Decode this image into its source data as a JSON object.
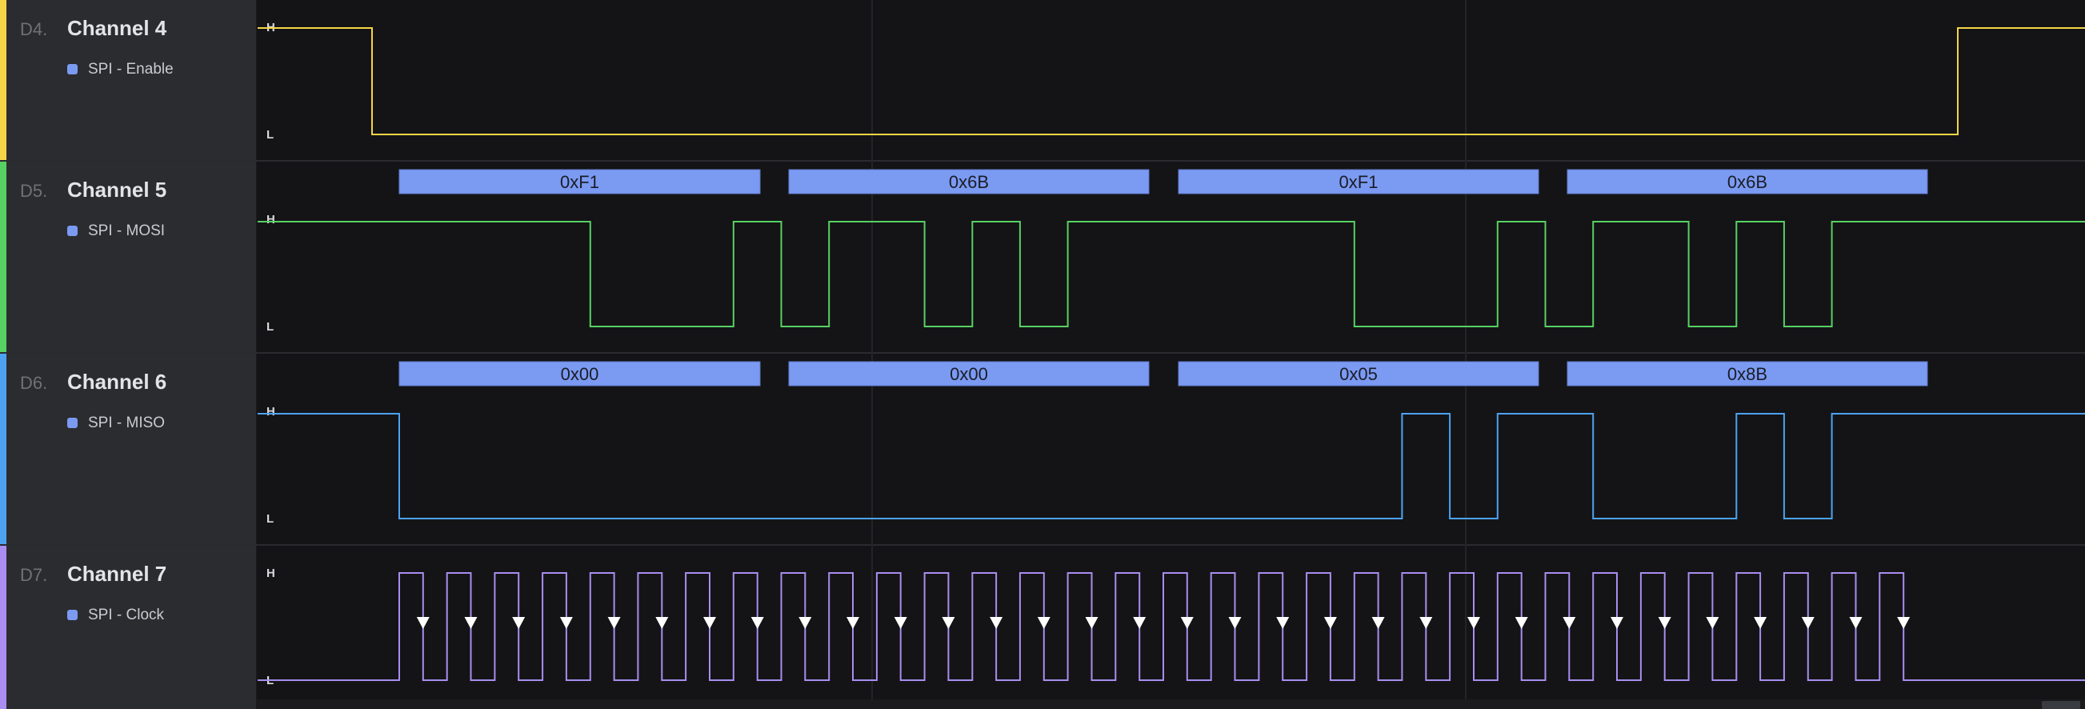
{
  "channels": [
    {
      "id": "D4.",
      "name": "Channel 4",
      "analyzer": "SPI - Enable",
      "color": "#f5d547",
      "high_label": "H",
      "low_label": "L",
      "signal": "enable"
    },
    {
      "id": "D5.",
      "name": "Channel 5",
      "analyzer": "SPI - MOSI",
      "color": "#57d163",
      "high_label": "H",
      "low_label": "L",
      "signal": "mosi",
      "frames": [
        "0xF1",
        "0x6B",
        "0xF1",
        "0x6B"
      ]
    },
    {
      "id": "D6.",
      "name": "Channel 6",
      "analyzer": "SPI - MISO",
      "color": "#4da3f2",
      "high_label": "H",
      "low_label": "L",
      "signal": "miso",
      "frames": [
        "0x00",
        "0x00",
        "0x05",
        "0x8B"
      ]
    },
    {
      "id": "D7.",
      "name": "Channel 7",
      "analyzer": "SPI - Clock",
      "color": "#a98df0",
      "high_label": "H",
      "low_label": "L",
      "signal": "clock"
    }
  ],
  "colors": {
    "frame_fill": "#7b9af2",
    "frame_text": "#1b1d26",
    "clock_marker": "#ffffff",
    "sidebar_bg": "#2b2c30",
    "plot_bg": "#141416"
  },
  "capture": {
    "bytes_per_transfer": 4,
    "clock_pulses": 32,
    "clock_edge_marker": "falling"
  }
}
